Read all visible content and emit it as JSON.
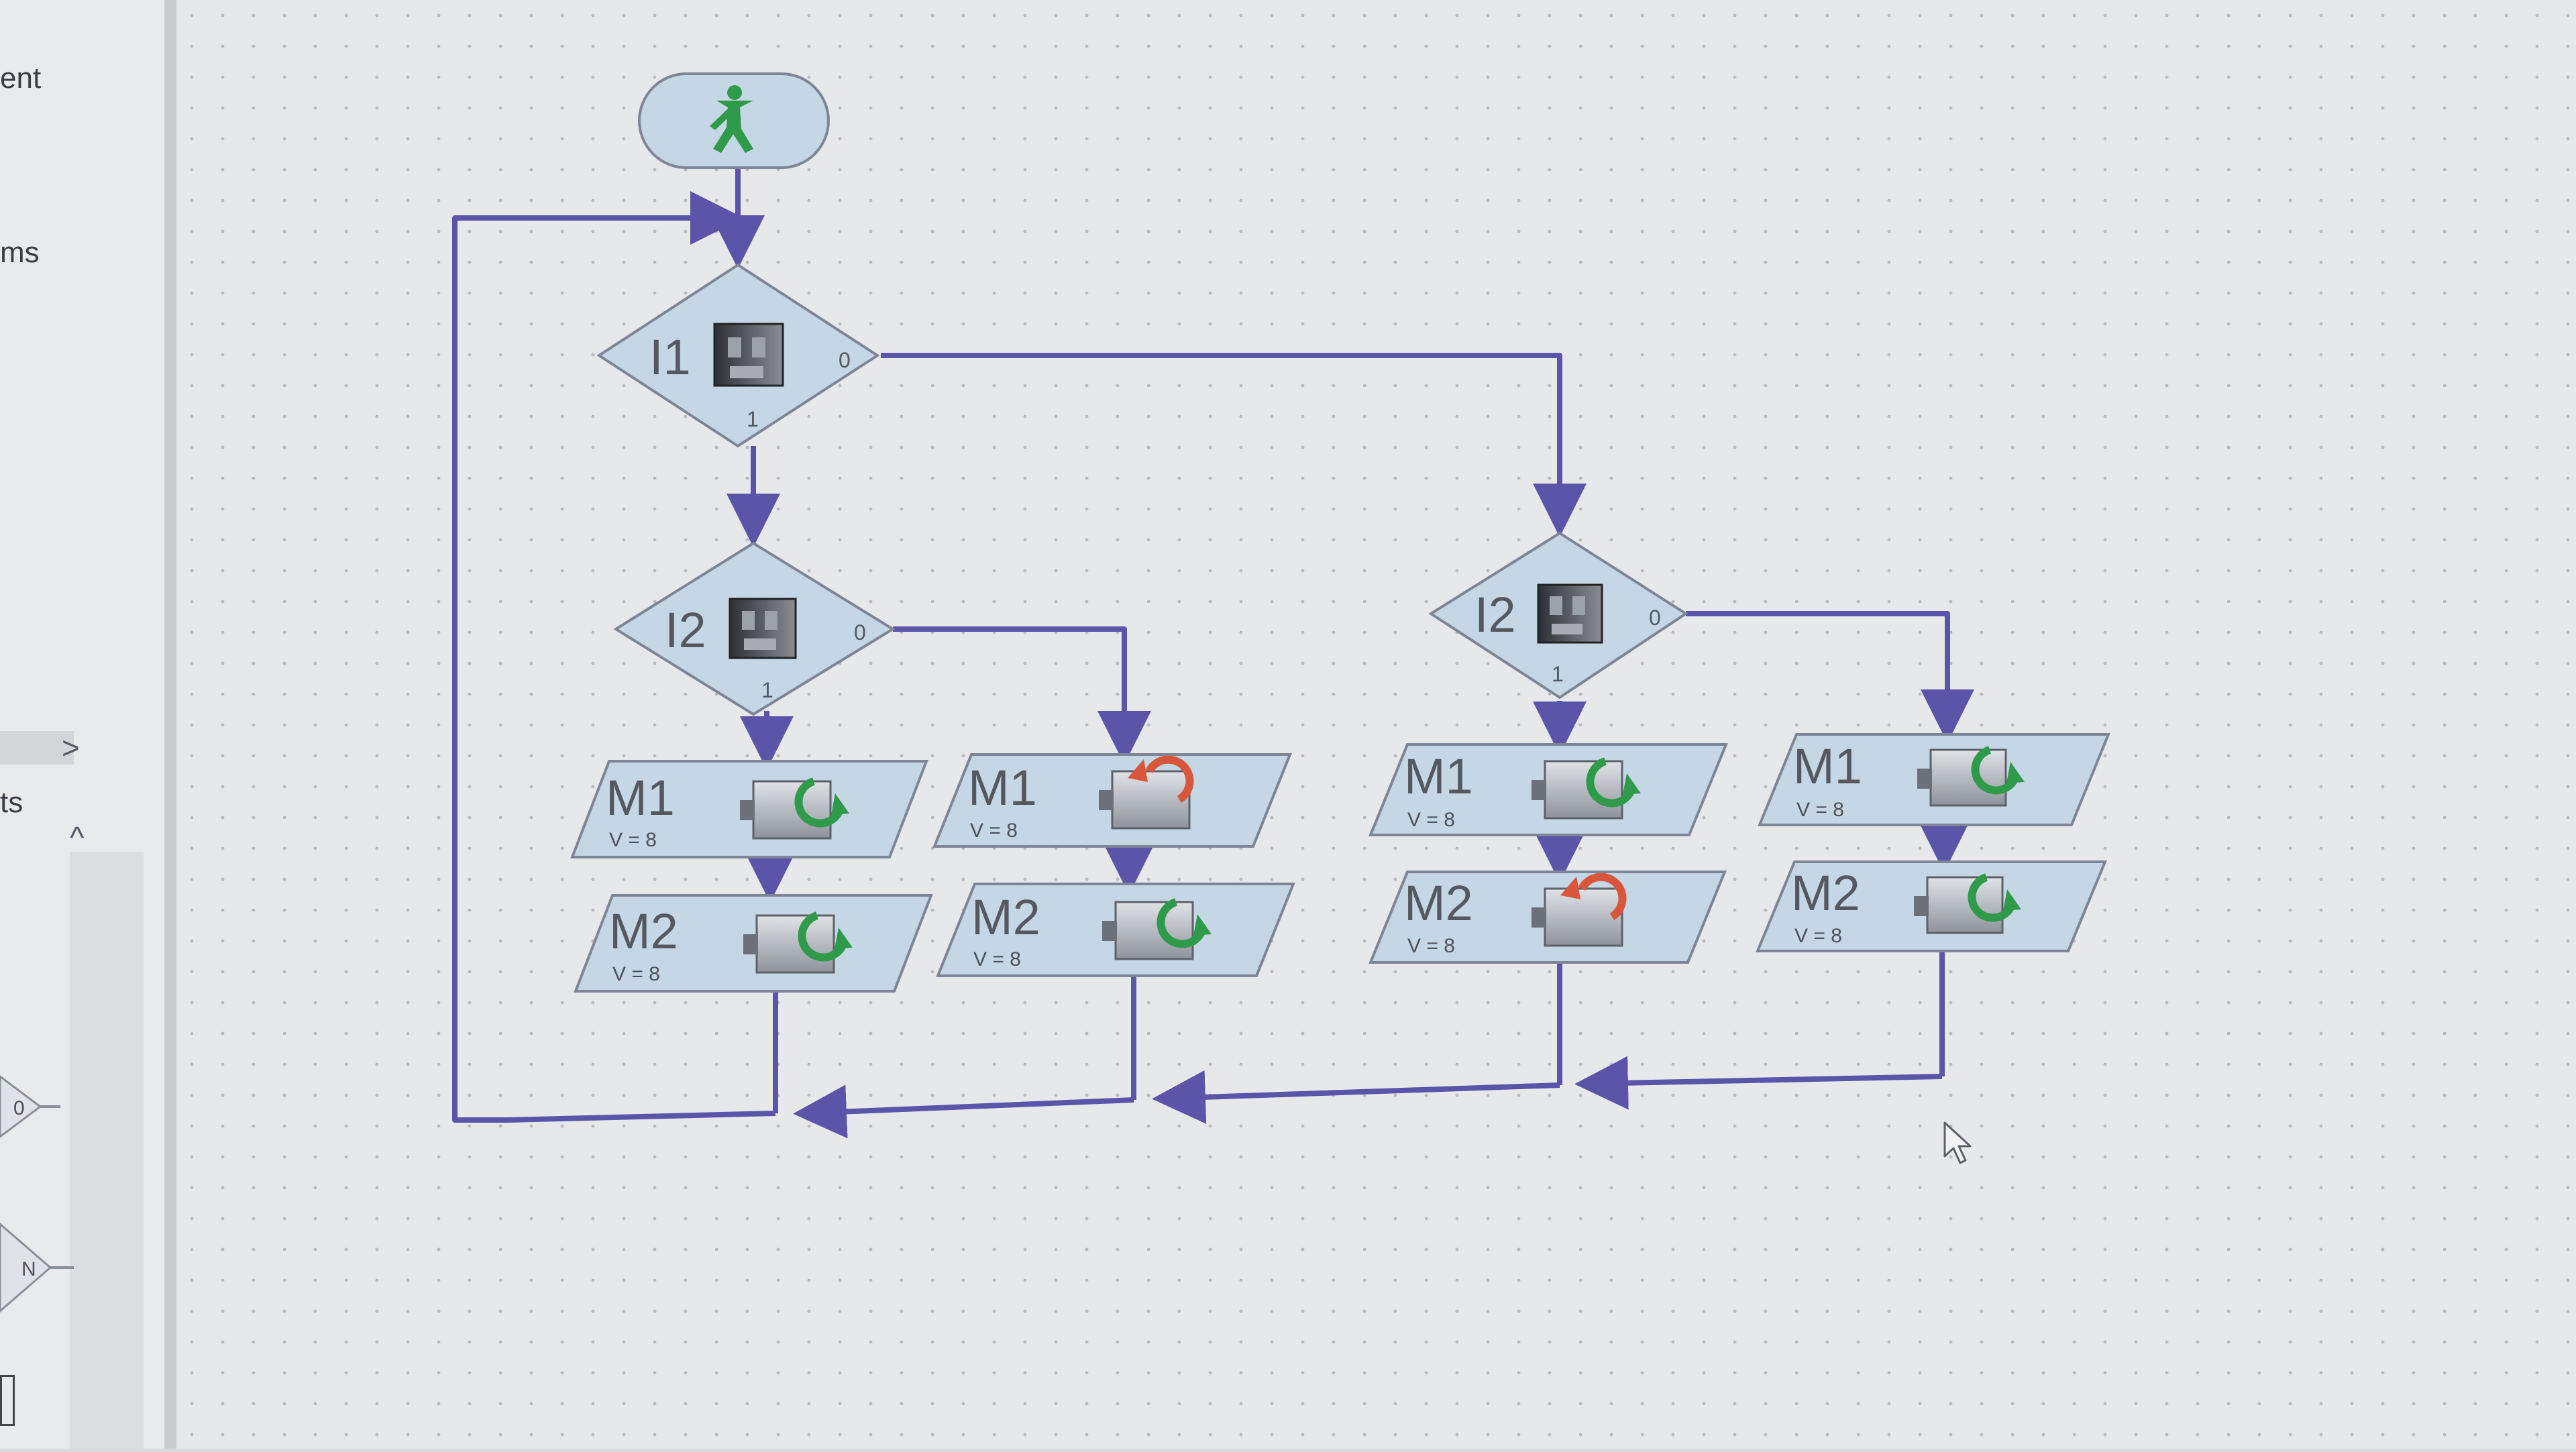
{
  "sidebar": {
    "labels": [
      "ent",
      "ms",
      "ts"
    ],
    "arrows": {
      "right": ">",
      "up": "^"
    },
    "palette": [
      {
        "port": "0"
      },
      {
        "port": "N"
      }
    ]
  },
  "flowchart": {
    "start": {
      "icon": "ampelmann-start-icon"
    },
    "branches": [
      {
        "label": "I1",
        "yes": "1",
        "no": "0",
        "icon": "switch-sensor-icon"
      },
      {
        "label": "I2",
        "yes": "1",
        "no": "0",
        "icon": "switch-sensor-icon"
      },
      {
        "label": "I2",
        "yes": "1",
        "no": "0",
        "icon": "switch-sensor-icon"
      }
    ],
    "motors": [
      {
        "name": "M1",
        "speed": "V = 8",
        "direction": "green"
      },
      {
        "name": "M2",
        "speed": "V = 8",
        "direction": "green"
      },
      {
        "name": "M1",
        "speed": "V = 8",
        "direction": "red"
      },
      {
        "name": "M2",
        "speed": "V = 8",
        "direction": "green"
      },
      {
        "name": "M1",
        "speed": "V = 8",
        "direction": "green"
      },
      {
        "name": "M2",
        "speed": "V = 8",
        "direction": "red"
      },
      {
        "name": "M1",
        "speed": "V = 8",
        "direction": "green"
      },
      {
        "name": "M2",
        "speed": "V = 8",
        "direction": "green"
      }
    ]
  },
  "colors": {
    "connector": "#5a55a8",
    "shape_fill": "#c5d6e4",
    "shape_stroke": "#7d8596",
    "arrow_green": "#2f9a4a",
    "arrow_red": "#d8563b"
  }
}
